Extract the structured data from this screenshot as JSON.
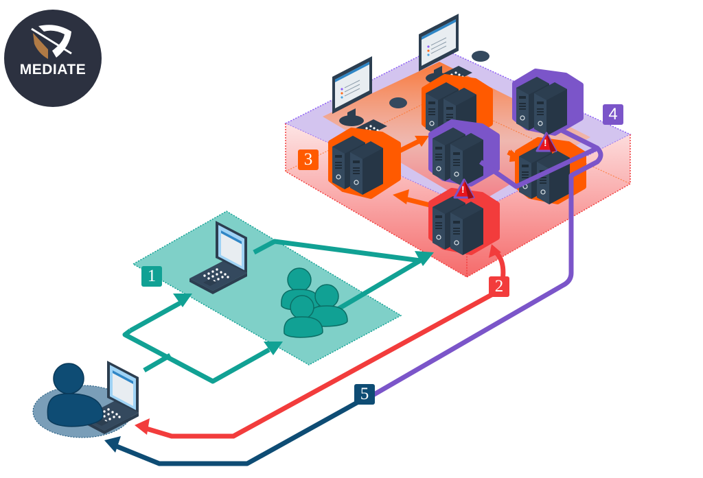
{
  "brand": {
    "name": "MEDIATE",
    "logo_icon": "shield-logo-icon",
    "bg_color": "#2c3140",
    "accent_color": "#b07a45"
  },
  "diagram": {
    "title": "Attack path diagram",
    "steps": [
      {
        "label": "1",
        "color": "#11a194",
        "zone": "user-workstation-zone"
      },
      {
        "label": "2",
        "color": "#f23c3c",
        "zone": "compromised-server"
      },
      {
        "label": "3",
        "color": "#ff5a00",
        "zone": "lateral-movement-zone"
      },
      {
        "label": "4",
        "color": "#7b55c9",
        "zone": "exfiltration-zone"
      },
      {
        "label": "5",
        "color": "#0e4c74",
        "zone": "return-path"
      }
    ],
    "nodes": [
      {
        "name": "attacker",
        "icon": "user-laptop-icon"
      },
      {
        "name": "target-laptop",
        "icon": "laptop-icon"
      },
      {
        "name": "user-group",
        "icon": "users-icon"
      },
      {
        "name": "workstation-1",
        "icon": "desktop-monitor-icon"
      },
      {
        "name": "workstation-2",
        "icon": "desktop-monitor-icon"
      },
      {
        "name": "server-a",
        "icon": "server-icon",
        "highlight": "orange"
      },
      {
        "name": "server-b",
        "icon": "server-icon",
        "highlight": "orange"
      },
      {
        "name": "server-c",
        "icon": "server-icon",
        "highlight": "purple"
      },
      {
        "name": "server-d",
        "icon": "server-icon",
        "highlight": "purple"
      },
      {
        "name": "server-e",
        "icon": "server-icon",
        "highlight": "orange",
        "alert": true
      },
      {
        "name": "server-f",
        "icon": "server-icon",
        "highlight": "red",
        "alert": true
      }
    ],
    "alerts": [
      {
        "symbol": "!",
        "icon": "warning-icon",
        "color": "#e8141c"
      },
      {
        "symbol": "!",
        "icon": "warning-icon",
        "color": "#e8141c"
      }
    ]
  }
}
